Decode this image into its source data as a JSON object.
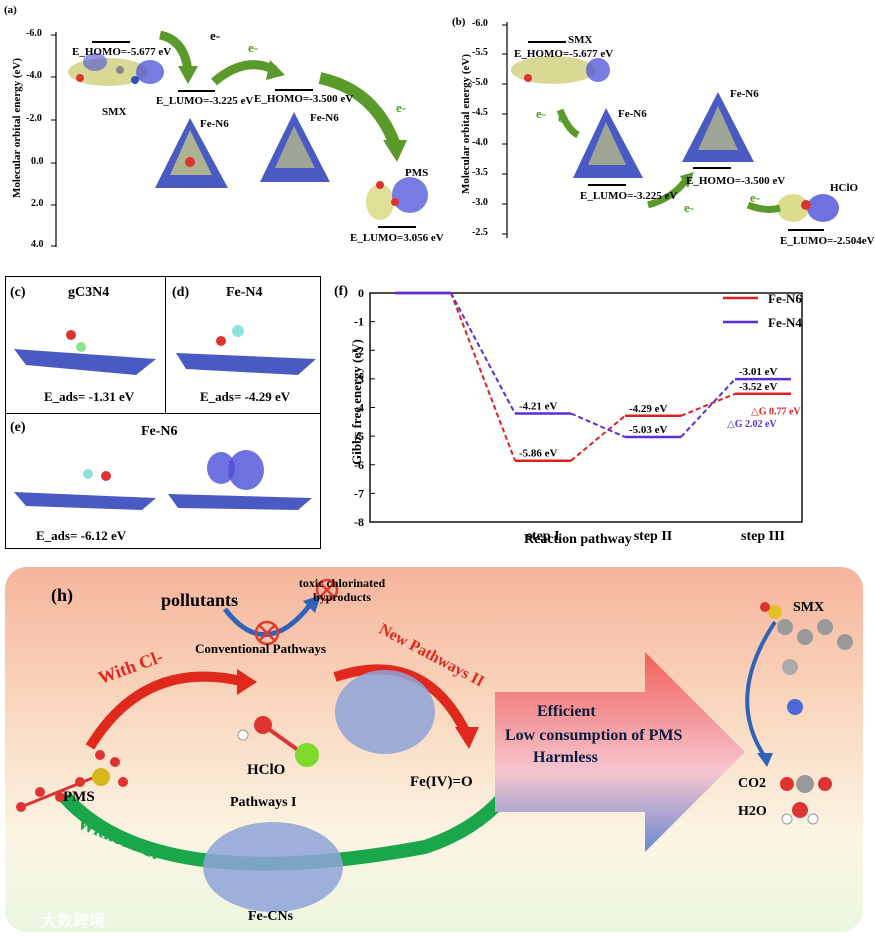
{
  "panel_a": {
    "label": "(a)",
    "ylabel": "Molecular orbital energy (eV)",
    "yticks": [
      "-6.0",
      "-4.0",
      "-2.0",
      "0.0",
      "2.0",
      "4.0"
    ],
    "smx_homo": "E_HOMO=-5.677 eV",
    "smx_name": "SMX",
    "fe_lumo": "E_LUMO=-3.225 eV",
    "fe_name_1": "Fe-N6",
    "fe_homo": "E_HOMO=-3.500 eV",
    "fe_name_2": "Fe-N6",
    "pms_name": "PMS",
    "pms_lumo": "E_LUMO=3.056 eV",
    "electron": "e-"
  },
  "panel_b": {
    "label": "(b)",
    "ylabel": "Molecular orbital energy (eV)",
    "yticks": [
      "-6.0",
      "-5.5",
      "-5.0",
      "-4.5",
      "-4.0",
      "-3.5",
      "-3.0",
      "-2.5"
    ],
    "smx_name": "SMX",
    "smx_homo": "E_HOMO=-5.677 eV",
    "fe_name_1": "Fe-N6",
    "fe_lumo": "E_LUMO=-3.225 eV",
    "fe_name_2": "Fe-N6",
    "fe_homo": "E_HOMO=-3.500 eV",
    "hclo_name": "HClO",
    "hclo_lumo": "E_LUMO=-2.504eV",
    "electron": "e-"
  },
  "panel_c": {
    "label": "(c)",
    "title": "gC3N4",
    "eads": "E_ads= -1.31 eV"
  },
  "panel_d": {
    "label": "(d)",
    "title": "Fe-N4",
    "eads": "E_ads= -4.29 eV"
  },
  "panel_e": {
    "label": "(e)",
    "title": "Fe-N6",
    "eads": "E_ads= -6.12 eV"
  },
  "panel_f": {
    "label": "(f)",
    "chart_data": {
      "type": "line",
      "ylabel": "Gibbs free energy (eV)",
      "xlabel": "Reaction pathway",
      "categories": [
        "",
        "step I",
        "step II",
        "step III"
      ],
      "ylim": [
        -8,
        0
      ],
      "yticks": [
        0,
        -1,
        -2,
        -3,
        -4,
        -5,
        -6,
        -7,
        -8
      ],
      "series": [
        {
          "name": "Fe-N6",
          "color": "#e02020",
          "values": [
            0,
            -5.86,
            -4.29,
            -3.52
          ],
          "labels": [
            "",
            "-5.86 eV",
            "-4.29 eV",
            "-3.52 eV"
          ]
        },
        {
          "name": "Fe-N4",
          "color": "#5a2ed8",
          "values": [
            0,
            -4.21,
            -5.03,
            -3.01
          ],
          "labels": [
            "",
            "-4.21 eV",
            "-5.03 eV",
            "-3.01 eV"
          ]
        }
      ],
      "annotations": [
        "△G 0.77 eV",
        "△G 2.02 eV"
      ]
    }
  },
  "panel_h": {
    "label": "(h)",
    "pollutants": "pollutants",
    "toxic": "toxic chlorinated byproducts",
    "conventional": "Conventional Pathways",
    "with_cl": "With Cl-",
    "without_cl": "Without Cl-",
    "new_pathways": "New Pathways II",
    "pathways_i": "Pathways I",
    "pms": "PMS",
    "hclo": "HClO",
    "feiv": "Fe(IV)=O",
    "fecns": "Fe-CNs",
    "arrow_lines": [
      "Efficient",
      "Low consumption of PMS",
      "Harmless"
    ],
    "smx": "SMX",
    "co2": "CO2",
    "h2o": "H2O",
    "watermark": "大数跨境"
  }
}
